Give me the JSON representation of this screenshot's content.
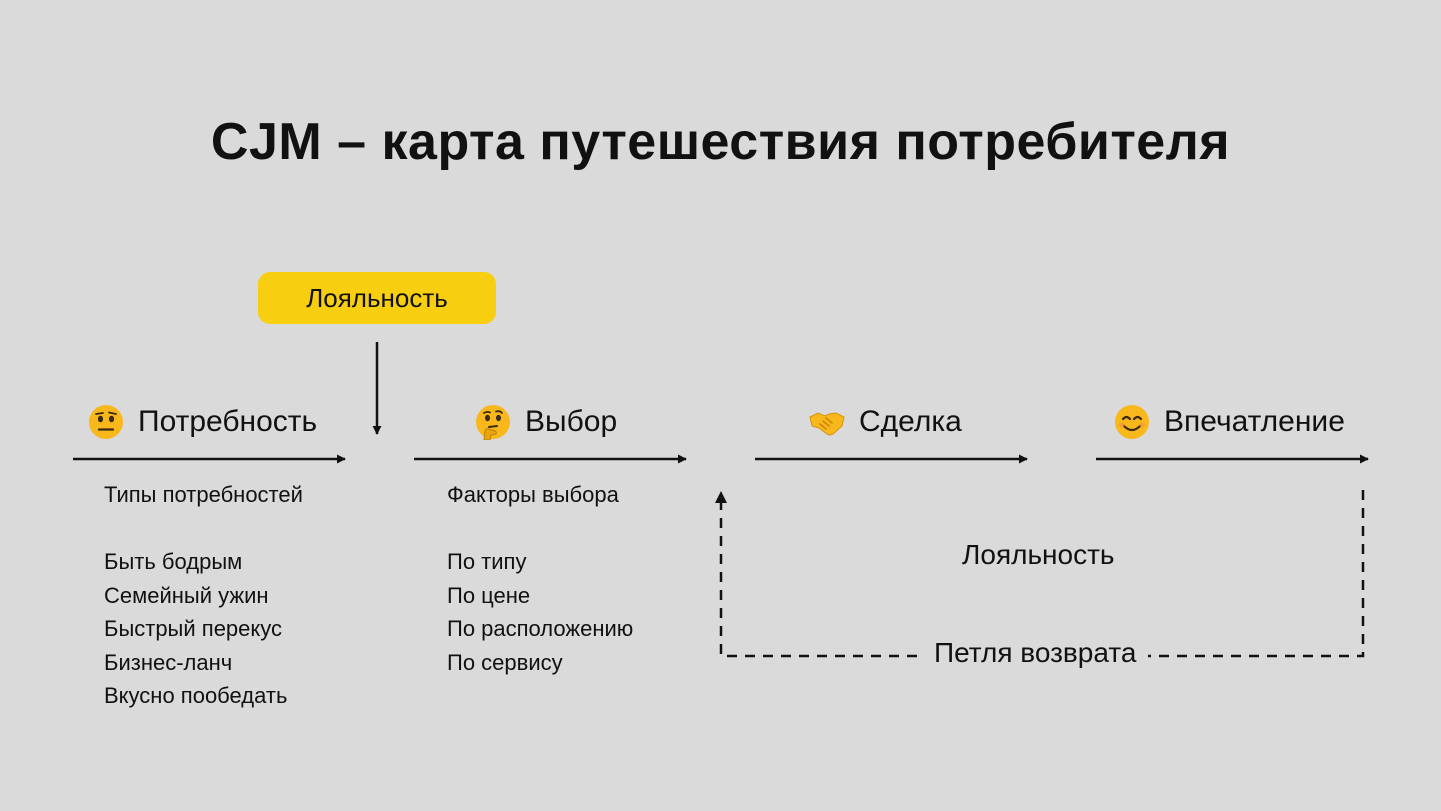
{
  "title": "CJM – карта путешествия потребителя",
  "badge": "Лояльность",
  "stages": [
    {
      "icon": "neutral-face-emoji",
      "label": "Потребность"
    },
    {
      "icon": "thinking-face-emoji",
      "label": "Выбор"
    },
    {
      "icon": "handshake-emoji",
      "label": "Сделка"
    },
    {
      "icon": "smiling-face-emoji",
      "label": "Впечатление"
    }
  ],
  "needs": {
    "heading": "Типы потребностей",
    "items": [
      "Быть бодрым",
      "Семейный ужин",
      "Быстрый перекус",
      "Бизнес-ланч",
      "Вкусно пообедать"
    ]
  },
  "choice": {
    "heading": "Факторы выбора",
    "items": [
      "По типу",
      "По цене",
      "По расположению",
      "По сервису"
    ]
  },
  "loyalty_label": "Лояльность",
  "loop_label": "Петля возврата",
  "colors": {
    "background": "#dadada",
    "badge": "#f7cf10",
    "ink": "#111111",
    "emoji": "#f8b81c"
  }
}
